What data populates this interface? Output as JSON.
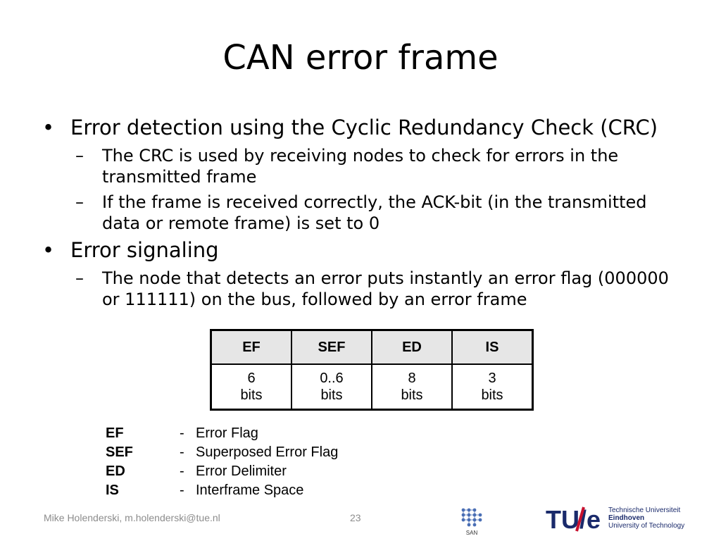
{
  "slide": {
    "title": "CAN error frame",
    "bullets": [
      {
        "text": "Error detection using the Cyclic Redundancy Check (CRC)",
        "subs": [
          "The CRC is used by receiving nodes to check for errors in the transmitted frame",
          "If the frame is received correctly, the ACK-bit (in the transmitted data or remote frame) is set to 0"
        ]
      },
      {
        "text": "Error signaling",
        "subs": [
          "The node that detects an error puts instantly an error flag (000000 or 111111) on the bus, followed by an error frame"
        ]
      }
    ],
    "bullet_glyph": "•",
    "dash_glyph": "–"
  },
  "frame_table": {
    "headers": [
      "EF",
      "SEF",
      "ED",
      "IS"
    ],
    "values": [
      "6",
      "0..6",
      "8",
      "3"
    ],
    "unit": "bits",
    "header_bg": "#e6e6e6"
  },
  "legend": [
    {
      "abbr": "EF",
      "sep": "-",
      "def": "Error Flag"
    },
    {
      "abbr": "SEF",
      "sep": "-",
      "def": "Superposed Error Flag"
    },
    {
      "abbr": "ED",
      "sep": "-",
      "def": "Error Delimiter"
    },
    {
      "abbr": "IS",
      "sep": "-",
      "def": "Interframe Space"
    }
  ],
  "footer": {
    "author": "Mike Holenderski, m.holenderski@tue.nl",
    "page": "23",
    "san_logo_text": "SAN",
    "tue_logo_text": "TU/e",
    "tue_line1": "Technische Universiteit",
    "tue_line2": "Eindhoven",
    "tue_line3": "University of Technology",
    "tue_color": "#1a2a6b",
    "tue_accent": "#c8102e"
  }
}
